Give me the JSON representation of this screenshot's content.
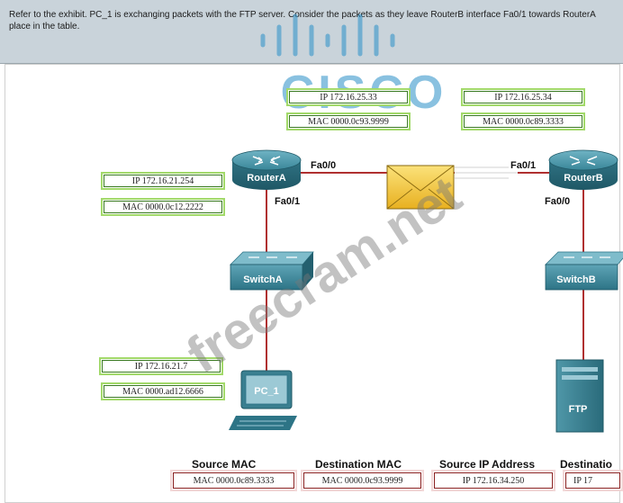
{
  "header": {
    "question": "Refer to the exhibit. PC_1 is exchanging packets with the FTP server. Consider the packets as they leave RouterB interface Fa0/1 towards RouterA",
    "question_line2": "place in the table."
  },
  "watermarks": {
    "logo": "CISCO",
    "site": "freecram.net"
  },
  "devices": {
    "router_a": "RouterA",
    "router_b": "RouterB",
    "switch_a": "SwitchA",
    "switch_b": "SwitchB",
    "pc": "PC_1",
    "server": "FTP"
  },
  "ports": {
    "router_a_fa00": "Fa0/0",
    "router_a_fa01": "Fa0/1",
    "router_b_fa01": "Fa0/1",
    "router_b_fa00": "Fa0/0"
  },
  "address_tags": {
    "router_a_fa00_ip": "IP 172.16.25.33",
    "router_a_fa00_mac": "MAC 0000.0c93.9999",
    "router_b_fa01_ip": "IP 172.16.25.34",
    "router_b_fa01_mac": "MAC 0000.0c89.3333",
    "router_a_fa01_ip": "IP 172.16.21.254",
    "router_a_fa01_mac": "MAC 0000.0c12.2222",
    "pc1_ip": "IP 172.16.21.7",
    "pc1_mac": "MAC 0000.ad12.6666"
  },
  "answer_table": {
    "headers": [
      "Source MAC",
      "Destination MAC",
      "Source IP Address",
      "Destinatio"
    ],
    "values": [
      "MAC 0000.0c89.3333",
      "MAC 0000.0c93.9999",
      "IP 172.16.34.250",
      "IP 17"
    ]
  },
  "colors": {
    "header_bg": "#c9d3da",
    "link": "#b03030",
    "tag_border": "#a2d96a",
    "answer_border": "#8a2020",
    "device": "#3f8a9a",
    "envelope": "#f2c230"
  }
}
